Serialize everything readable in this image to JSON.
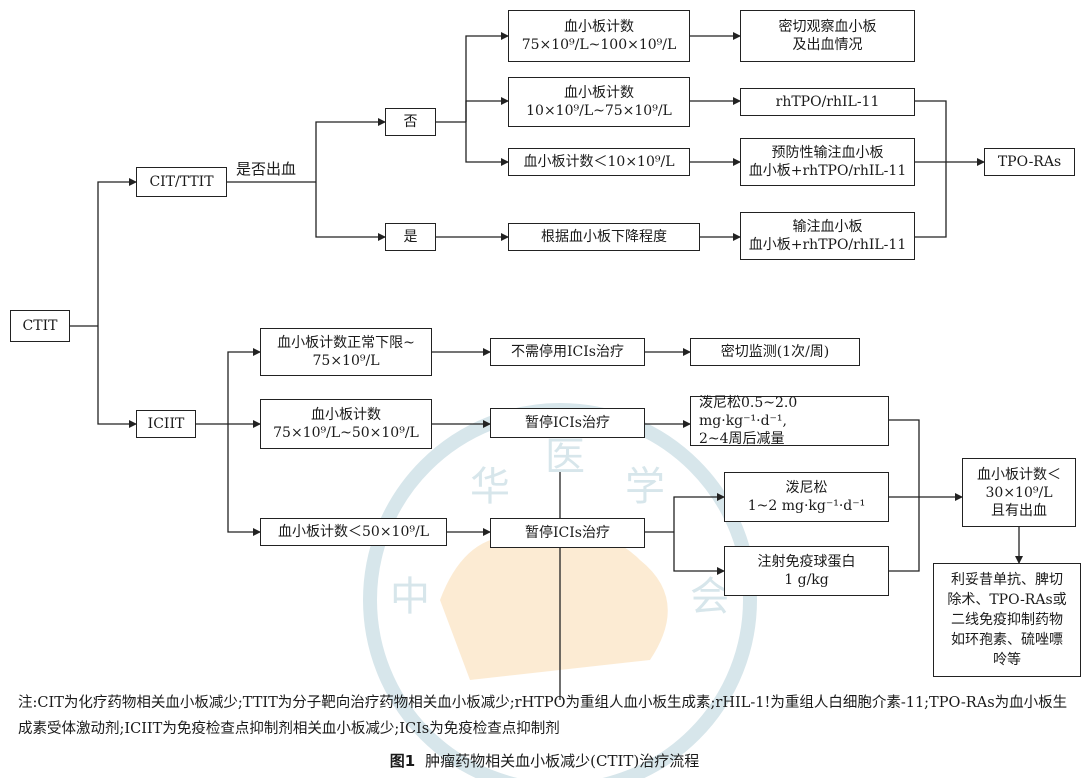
{
  "nodes": {
    "ctit": "CTIT",
    "cit_ttit": "CIT/TTIT",
    "bleeding_q": "是否出血",
    "no": "否",
    "yes": "是",
    "plt_75_100_l1": "血小板计数",
    "plt_75_100_l2": "75×10⁹/L~100×10⁹/L",
    "observe_l1": "密切观察血小板",
    "observe_l2": "及出血情况",
    "plt_10_75_l1": "血小板计数",
    "plt_10_75_l2": "10×10⁹/L~75×10⁹/L",
    "rhtpo": "rhTPO/rhIL-11",
    "plt_lt10": "血小板计数＜10×10⁹/L",
    "prevent_l1": "预防性输注血小板",
    "prevent_l2": "血小板+rhTPO/rhIL-11",
    "tpo_ras": "TPO-RAs",
    "by_decline": "根据血小板下降程度",
    "transfuse_l1": "输注血小板",
    "transfuse_l2": "血小板+rhTPO/rhIL-11",
    "iciit": "ICIIT",
    "plt_normal_l1": "血小板计数正常下限~",
    "plt_normal_l2": "75×10⁹/L",
    "no_stop": "不需停用ICIs治疗",
    "monitor": "密切监测(1次/周)",
    "plt_50_75_l1": "血小板计数",
    "plt_50_75_l2": "75×10⁹/L~50×10⁹/L",
    "pause1": "暂停ICIs治疗",
    "pred1_l1": "泼尼松0.5~2.0 mg·kg⁻¹·d⁻¹,",
    "pred1_l2": "2~4周后减量",
    "plt_lt50": "血小板计数＜50×10⁹/L",
    "pause2": "暂停ICIs治疗",
    "pred2_l1": "泼尼松",
    "pred2_l2": "1~2 mg·kg⁻¹·d⁻¹",
    "ivig_l1": "注射免疫球蛋白",
    "ivig_l2": "1 g/kg",
    "plt_lt30_l1": "血小板计数＜",
    "plt_lt30_l2": "30×10⁹/L",
    "plt_lt30_l3": "且有出血",
    "rescue_l1": "利妥昔单抗、脾切",
    "rescue_l2": "除术、TPO-RAs或",
    "rescue_l3": "二线免疫抑制药物",
    "rescue_l4": "如环孢素、硫唑嘌",
    "rescue_l5": "呤等"
  },
  "note": "注:CIT为化疗药物相关血小板减少;TTIT为分子靶向治疗药物相关血小板减少;rHTPO为重组人血小板生成素;rHIL-1!为重组人白细胞介素-11;TPO-RAs为血小板生成素受体激动剂;ICIIT为免疫检查点抑制剂相关血小板减少;ICIs为免疫检查点抑制剂",
  "caption_label": "图1",
  "caption_text": "肿瘤药物相关血小板减少(CTIT)治疗流程",
  "watermark_chars": [
    "中",
    "华",
    "医",
    "学",
    "会"
  ],
  "colors": {
    "line": "#222222",
    "watermark": "#c9dde3",
    "watermark_accent": "#f5c58a"
  }
}
